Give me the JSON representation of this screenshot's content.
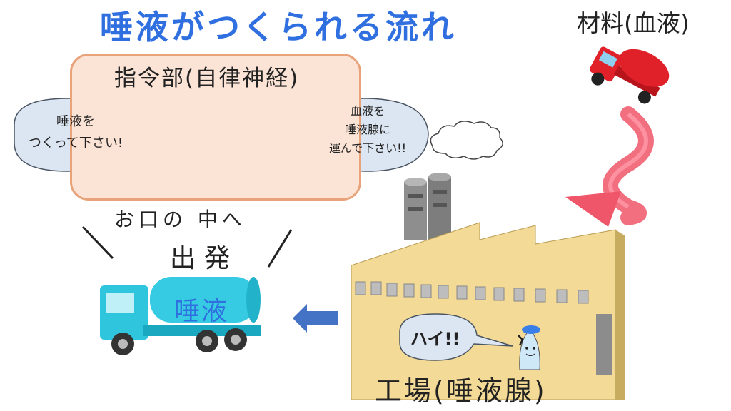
{
  "title": "唾液がつくられる流れ",
  "material_label": "材料(血液)",
  "command_center": {
    "title": "指令部(自律神経)",
    "left_bubble": [
      "唾液を",
      "つくって下さい!"
    ],
    "right_bubble": [
      "血液を",
      "唾液腺に",
      "運んで下さい!!"
    ]
  },
  "departure": {
    "line1": "お口の 中へ",
    "line2": "出発"
  },
  "tanker_label": "唾液",
  "factory": {
    "label": "工場(唾液腺)",
    "reply": "ハイ!!"
  },
  "colors": {
    "title": "#2f6fe0",
    "command_box_fill": "#fbe3d6",
    "command_box_border": "#e8a37a",
    "bubble_fill": "#dce6f2",
    "factory_wall": "#f3da96",
    "tanker": "#2ec5dd",
    "red_truck": "#e0212a",
    "blood_arrow": "#f0566a",
    "flow_arrow": "#4472c4"
  }
}
